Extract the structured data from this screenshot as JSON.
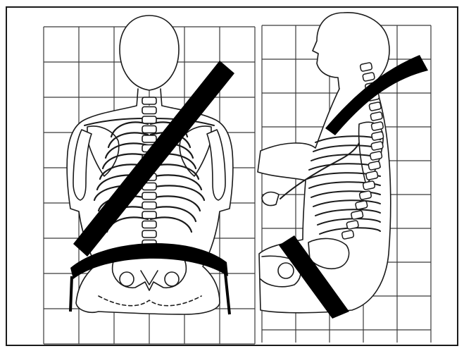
{
  "figure": {
    "panels": [
      {
        "view": "back",
        "restraints": [
          "shoulder-belt",
          "lap-belt"
        ]
      },
      {
        "view": "side",
        "restraints": [
          "shoulder-belt",
          "lap-belt"
        ]
      }
    ],
    "colors": {
      "line": "#1a1a1a",
      "belt": "#000000",
      "background": "#ffffff",
      "grid": "#3a3a3a"
    }
  }
}
